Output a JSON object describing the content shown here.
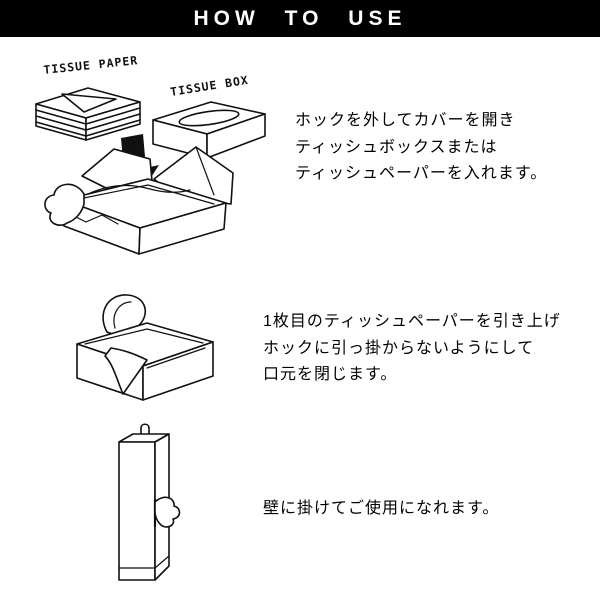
{
  "header": {
    "title": "HOW TO USE"
  },
  "colors": {
    "header_bg": "#000000",
    "header_text": "#ffffff",
    "ink": "#111111",
    "background": "#ffffff"
  },
  "steps": [
    {
      "name": "open-cover-and-insert",
      "labels": [
        "TISSUE PAPER",
        "TISSUE BOX"
      ],
      "lines": [
        "ホックを外してカバーを開き",
        "ティッシュボックスまたは",
        "ティッシュペーパーを入れます。"
      ]
    },
    {
      "name": "pull-first-sheet-and-close",
      "lines": [
        "1枚目のティッシュペーパーを引き上げ",
        "ホックに引っ掛からないようにして",
        "口元を閉じます。"
      ]
    },
    {
      "name": "hang-on-wall",
      "lines": [
        "壁に掛けてご使用になれます。"
      ]
    }
  ]
}
